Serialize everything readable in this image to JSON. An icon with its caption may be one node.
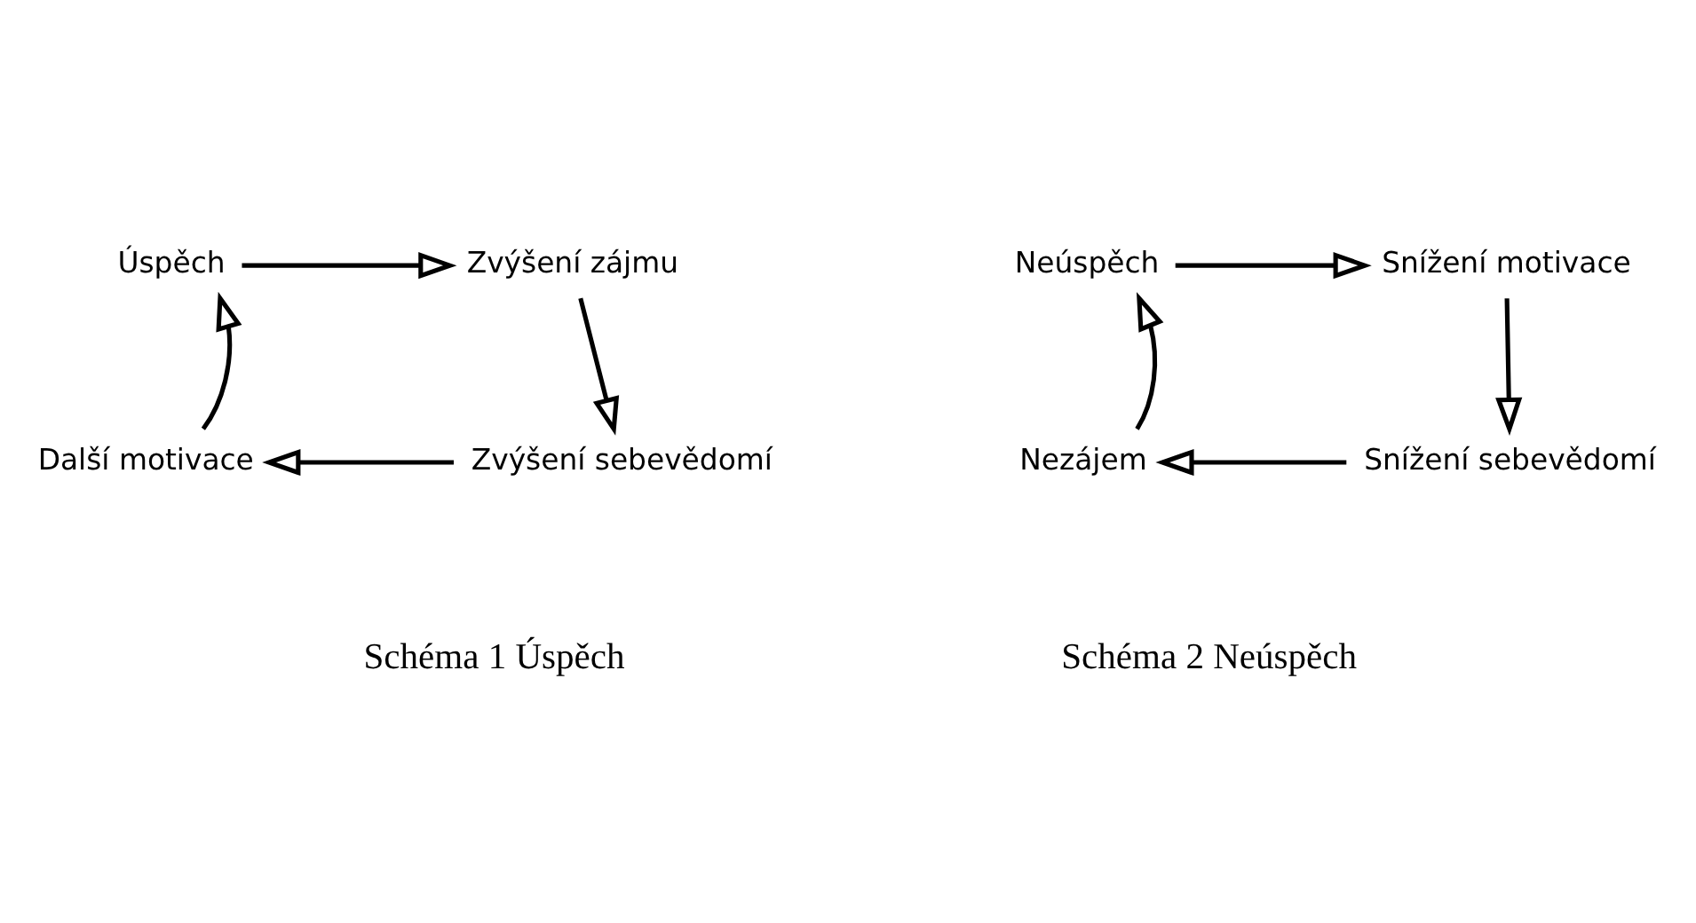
{
  "diagram": {
    "nodes": [
      {
        "text": [
          "Úspěch"
        ]
      },
      {
        "text": [
          "Zvýšení zájmu"
        ]
      },
      {
        "text": [
          "Zvýšení sebevědomí"
        ]
      },
      {
        "text": [
          "Další motivace"
        ]
      },
      {
        "text": [
          "Neúspěch"
        ]
      },
      {
        "text": [
          "Snížení motivace"
        ]
      },
      {
        "text": [
          "Snížení sebevědomí"
        ]
      },
      {
        "text": [
          "Nezájem"
        ]
      }
    ],
    "edges": [
      {
        "from": 0,
        "to": 1,
        "arrow": "to"
      },
      {
        "from": 1,
        "to": 2,
        "arrow": "to"
      },
      {
        "from": 2,
        "to": 3,
        "arrow": "to"
      },
      {
        "from": 3,
        "to": 0,
        "arrow": "to"
      },
      {
        "from": 4,
        "to": 5,
        "arrow": "to"
      },
      {
        "from": 5,
        "to": 6,
        "arrow": "to"
      },
      {
        "from": 6,
        "to": 7,
        "arrow": "to"
      },
      {
        "from": 7,
        "to": 4,
        "arrow": "to"
      }
    ],
    "labels": [
      "Schéma 1 Úspěch",
      "Schéma 2 Neúspěch"
    ]
  }
}
